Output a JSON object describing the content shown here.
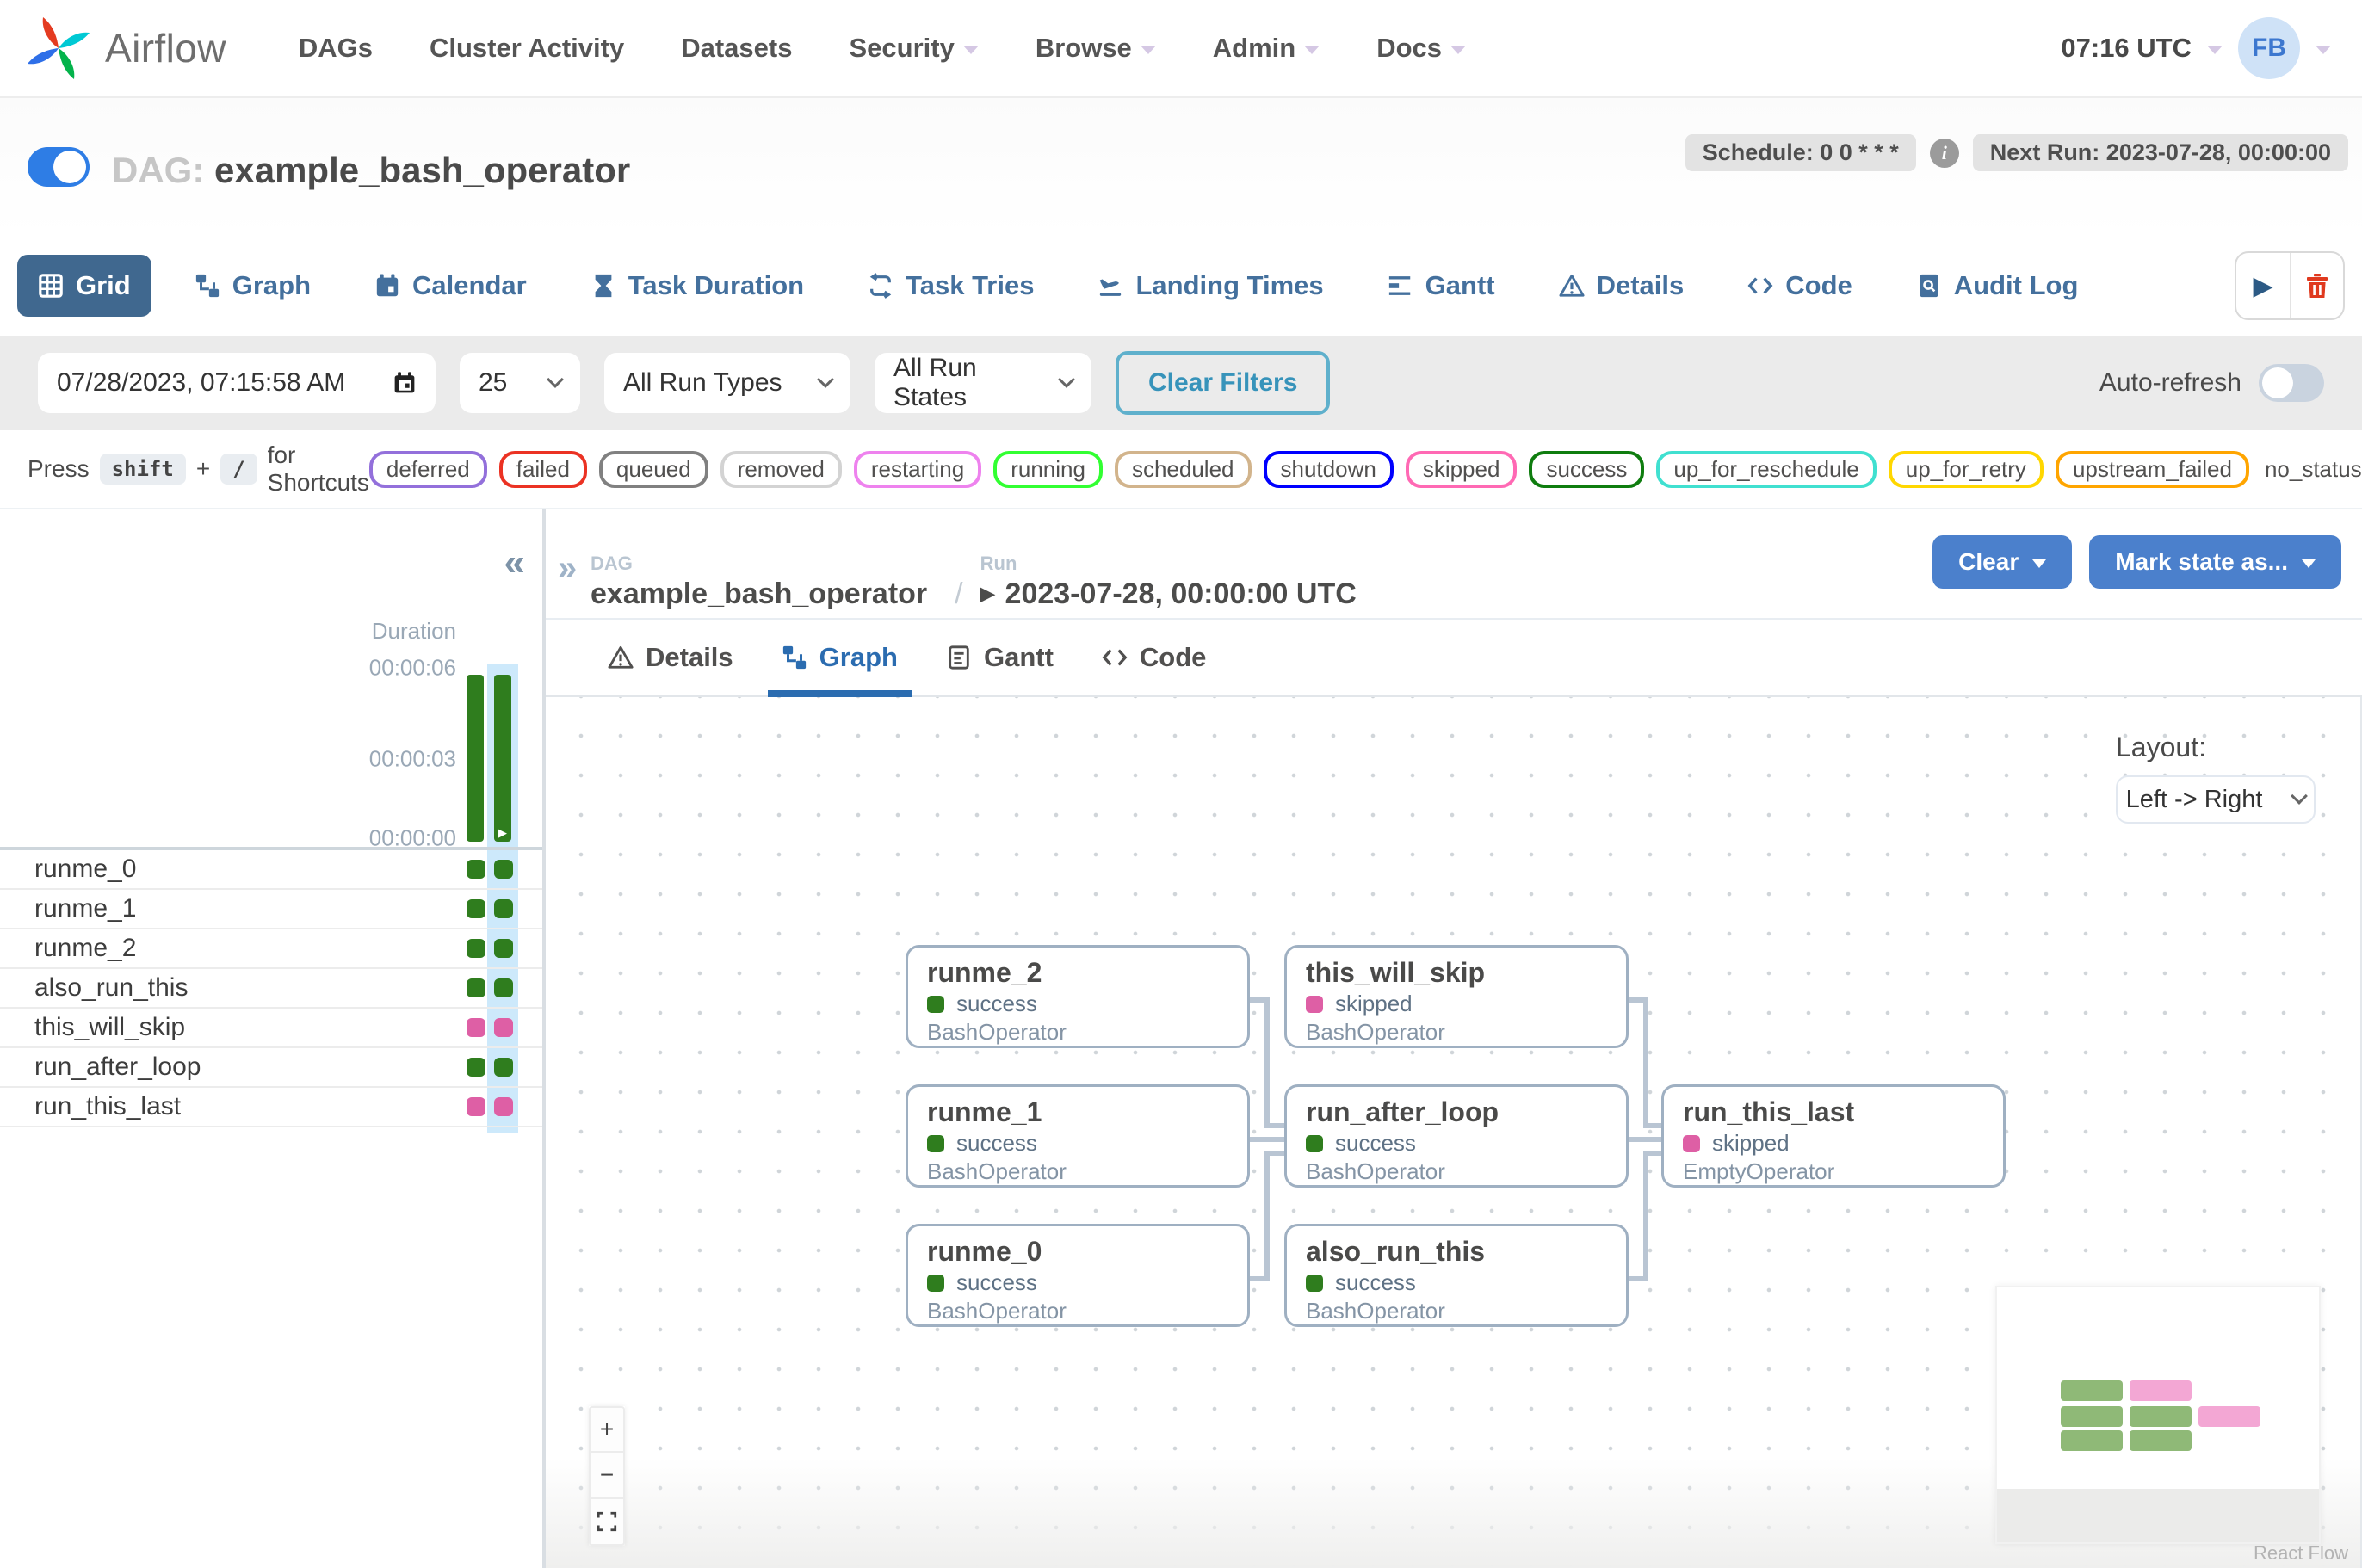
{
  "nav": {
    "brand": "Airflow",
    "items": [
      {
        "label": "DAGs",
        "caret": false
      },
      {
        "label": "Cluster Activity",
        "caret": false
      },
      {
        "label": "Datasets",
        "caret": false
      },
      {
        "label": "Security",
        "caret": true
      },
      {
        "label": "Browse",
        "caret": true
      },
      {
        "label": "Admin",
        "caret": true
      },
      {
        "label": "Docs",
        "caret": true
      }
    ],
    "clock": "07:16 UTC",
    "avatar": "FB"
  },
  "dag_header": {
    "prefix": "DAG:",
    "title": "example_bash_operator",
    "schedule_badge": "Schedule: 0 0 * * *",
    "info_icon": "i",
    "next_run_badge": "Next Run: 2023-07-28, 00:00:00"
  },
  "view_tabs": [
    {
      "label": "Grid",
      "icon": "grid",
      "active": true
    },
    {
      "label": "Graph",
      "icon": "graph",
      "active": false
    },
    {
      "label": "Calendar",
      "icon": "calendar",
      "active": false
    },
    {
      "label": "Task Duration",
      "icon": "hourglass",
      "active": false
    },
    {
      "label": "Task Tries",
      "icon": "repeat",
      "active": false
    },
    {
      "label": "Landing Times",
      "icon": "landing",
      "active": false
    },
    {
      "label": "Gantt",
      "icon": "gantt",
      "active": false
    },
    {
      "label": "Details",
      "icon": "warning",
      "active": false
    },
    {
      "label": "Code",
      "icon": "code",
      "active": false
    },
    {
      "label": "Audit Log",
      "icon": "audit",
      "active": false
    }
  ],
  "filters": {
    "date_value": "07/28/2023, 07:15:58 AM",
    "page_size": "25",
    "run_types": "All Run Types",
    "run_states": "All Run States",
    "clear_label": "Clear Filters",
    "auto_refresh_label": "Auto-refresh"
  },
  "shortcuts": {
    "prefix": "Press",
    "key_shift": "shift",
    "plus": "+",
    "key_slash": "/",
    "suffix": "for Shortcuts"
  },
  "legend": [
    {
      "label": "deferred",
      "color": "#9370DB"
    },
    {
      "label": "failed",
      "color": "#eb3223"
    },
    {
      "label": "queued",
      "color": "#808080"
    },
    {
      "label": "removed",
      "color": "#D3D3D3"
    },
    {
      "label": "restarting",
      "color": "#EE82EE"
    },
    {
      "label": "running",
      "color": "#32FF32"
    },
    {
      "label": "scheduled",
      "color": "#D2B48C"
    },
    {
      "label": "shutdown",
      "color": "#0000FF"
    },
    {
      "label": "skipped",
      "color": "#FF69B4"
    },
    {
      "label": "success",
      "color": "#0f7d0f"
    },
    {
      "label": "up_for_reschedule",
      "color": "#40E0D0"
    },
    {
      "label": "up_for_retry",
      "color": "#FFD700"
    },
    {
      "label": "upstream_failed",
      "color": "#FFA500"
    },
    {
      "label": "no_status",
      "color": null
    }
  ],
  "status_colors": {
    "success": "#2f7d1e",
    "skipped": "#de5fa5"
  },
  "grid_panel": {
    "collapse_icon": "«",
    "duration_label": "Duration",
    "ticks": [
      "00:00:06",
      "00:00:03",
      "00:00:00"
    ],
    "runs": [
      {
        "state": "success",
        "selected": false
      },
      {
        "state": "success",
        "selected": true
      }
    ],
    "tasks": [
      {
        "name": "runme_0",
        "runs": [
          "success",
          "success"
        ]
      },
      {
        "name": "runme_1",
        "runs": [
          "success",
          "success"
        ]
      },
      {
        "name": "runme_2",
        "runs": [
          "success",
          "success"
        ]
      },
      {
        "name": "also_run_this",
        "runs": [
          "success",
          "success"
        ]
      },
      {
        "name": "this_will_skip",
        "runs": [
          "skipped",
          "skipped"
        ]
      },
      {
        "name": "run_after_loop",
        "runs": [
          "success",
          "success"
        ]
      },
      {
        "name": "run_this_last",
        "runs": [
          "skipped",
          "skipped"
        ]
      }
    ]
  },
  "run_panel": {
    "expand_icon": "»",
    "breadcrumb": {
      "dag_label": "DAG",
      "dag_value": "example_bash_operator",
      "separator": "/",
      "run_label": "Run",
      "run_play": "▶",
      "run_value": "2023-07-28, 00:00:00 UTC"
    },
    "actions": [
      {
        "label": "Clear"
      },
      {
        "label": "Mark state as..."
      }
    ],
    "subtabs": [
      {
        "label": "Details",
        "icon": "warning",
        "active": false
      },
      {
        "label": "Graph",
        "icon": "graph",
        "active": true
      },
      {
        "label": "Gantt",
        "icon": "gantt2",
        "active": false
      },
      {
        "label": "Code",
        "icon": "code",
        "active": false
      }
    ]
  },
  "graph": {
    "layout_label": "Layout:",
    "layout_value": "Left -> Right",
    "controls": {
      "zoom_in": "+",
      "zoom_out": "−"
    },
    "nodes": [
      {
        "id": "runme_2",
        "status": "success",
        "operator": "BashOperator",
        "col": 0,
        "row": 0
      },
      {
        "id": "this_will_skip",
        "status": "skipped",
        "operator": "BashOperator",
        "col": 1,
        "row": 0
      },
      {
        "id": "runme_1",
        "status": "success",
        "operator": "BashOperator",
        "col": 0,
        "row": 1
      },
      {
        "id": "run_after_loop",
        "status": "success",
        "operator": "BashOperator",
        "col": 1,
        "row": 1
      },
      {
        "id": "run_this_last",
        "status": "skipped",
        "operator": "EmptyOperator",
        "col": 2,
        "row": 1
      },
      {
        "id": "runme_0",
        "status": "success",
        "operator": "BashOperator",
        "col": 0,
        "row": 2
      },
      {
        "id": "also_run_this",
        "status": "success",
        "operator": "BashOperator",
        "col": 1,
        "row": 2
      }
    ],
    "edges": [
      [
        "runme_2",
        "run_after_loop"
      ],
      [
        "runme_1",
        "run_after_loop"
      ],
      [
        "runme_0",
        "run_after_loop"
      ],
      [
        "this_will_skip",
        "run_this_last"
      ],
      [
        "run_after_loop",
        "run_this_last"
      ],
      [
        "also_run_this",
        "run_this_last"
      ]
    ],
    "attribution": "React Flow"
  },
  "minimap": {
    "rows": [
      [
        "success",
        "skipped"
      ],
      [
        "success",
        "success",
        "skipped"
      ],
      [
        "success",
        "success"
      ]
    ],
    "colors": {
      "success": "#8fb977",
      "skipped": "#f3a7d4"
    }
  }
}
